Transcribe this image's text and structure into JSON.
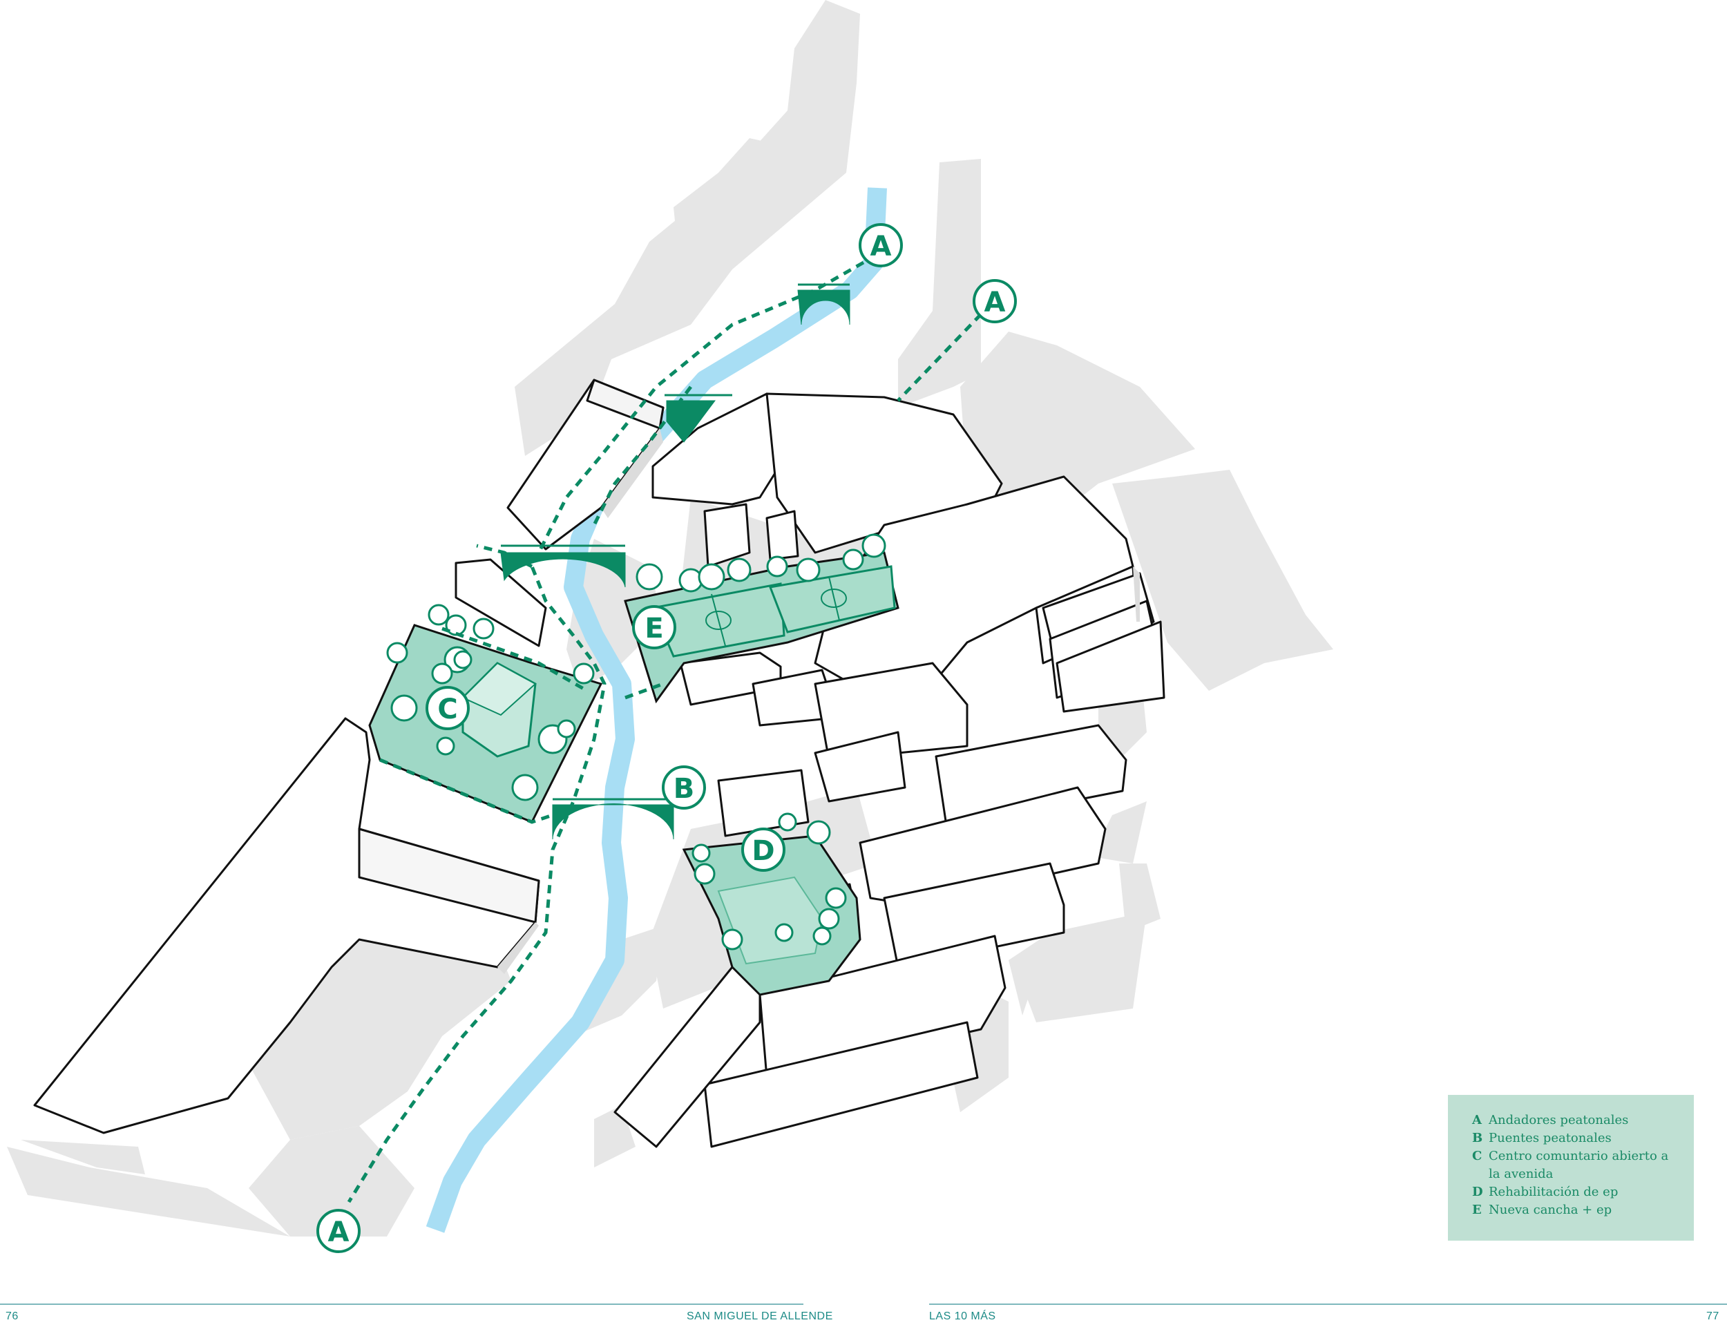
{
  "markers": {
    "a_top": "A",
    "a_right": "A",
    "a_bottom": "A",
    "b": "B",
    "c": "C",
    "d": "D",
    "e": "E"
  },
  "legend": {
    "items": [
      {
        "key": "A",
        "text": "Andadores peatonales"
      },
      {
        "key": "B",
        "text": "Puentes peatonales"
      },
      {
        "key": "C",
        "text": "Centro comuntario abierto a la avenida"
      },
      {
        "key": "D",
        "text": "Rehabilitación de ep"
      },
      {
        "key": "E",
        "text": "Nueva cancha + ep"
      }
    ]
  },
  "footer": {
    "page_left": "76",
    "title_left": "SAN MIGUEL DE ALLENDE",
    "title_right": "LAS 10 MÁS",
    "page_right": "77"
  },
  "colors": {
    "ground": "#e6e6e6",
    "river": "#a8def4",
    "green_fill": "#9fd8c6",
    "green_accent": "#0b8a64",
    "building_stroke": "#111111",
    "legend_bg": "#bfe0d3"
  }
}
